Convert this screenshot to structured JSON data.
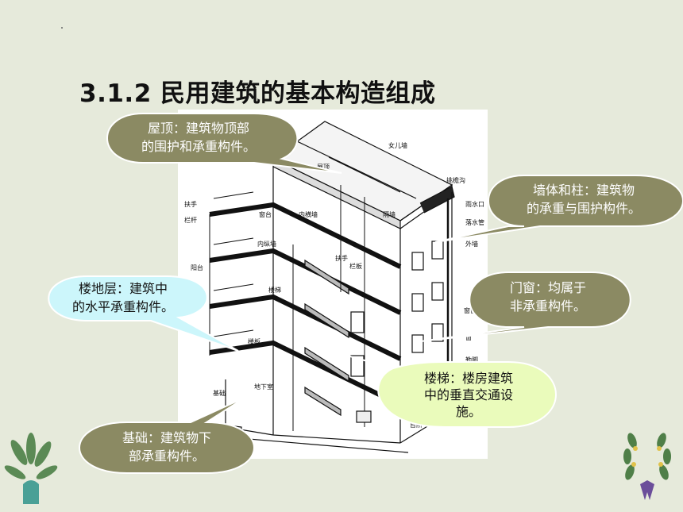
{
  "slide": {
    "title": "3.1.2  民用建筑的基本构造组成"
  },
  "diagram": {
    "labels": {
      "parapet": "女儿墙",
      "roof": "屋顶",
      "gutter": "挑檐沟",
      "rain_outlet": "雨水口",
      "downpipe": "落水管",
      "exterior_wall": "外墙",
      "handrail": "扶手",
      "railing": "栏杆",
      "window_sill": "窗台",
      "inner_cross_wall": "内横墙",
      "partition_wall": "隔墙",
      "inner_long_wall": "内纵墙",
      "stair_handrail": "扶手",
      "baluster": "栏板",
      "balcony": "阳台",
      "stair": "楼梯",
      "floor_slab": "楼板",
      "sill_right": "窗台",
      "window": "窗",
      "plinth": "勒脚",
      "basement": "地下室",
      "foundation": "基础",
      "steps": "台阶"
    }
  },
  "callouts": {
    "roof": {
      "line1": "屋顶：建筑物顶部",
      "line2": "的围护和承重构件。"
    },
    "wall": {
      "line1": "墙体和柱：建筑物",
      "line2": "的承重与围护构件。"
    },
    "floor": {
      "line1": "楼地层：建筑中",
      "line2": "的水平承重构件。"
    },
    "door": {
      "line1": "门窗：均属于",
      "line2": "非承重构件。"
    },
    "stairs": {
      "line1": "楼梯：楼房建筑",
      "line2": "中的垂直交通设",
      "line3": "施。"
    },
    "foundation": {
      "line1": "基础：建筑物下",
      "line2": "部承重构件。"
    }
  },
  "colors": {
    "background": "#e6eadb",
    "callout_olive": "#8b8a63",
    "callout_cyan": "#ccf6fb",
    "callout_lime": "#eafbbb"
  }
}
